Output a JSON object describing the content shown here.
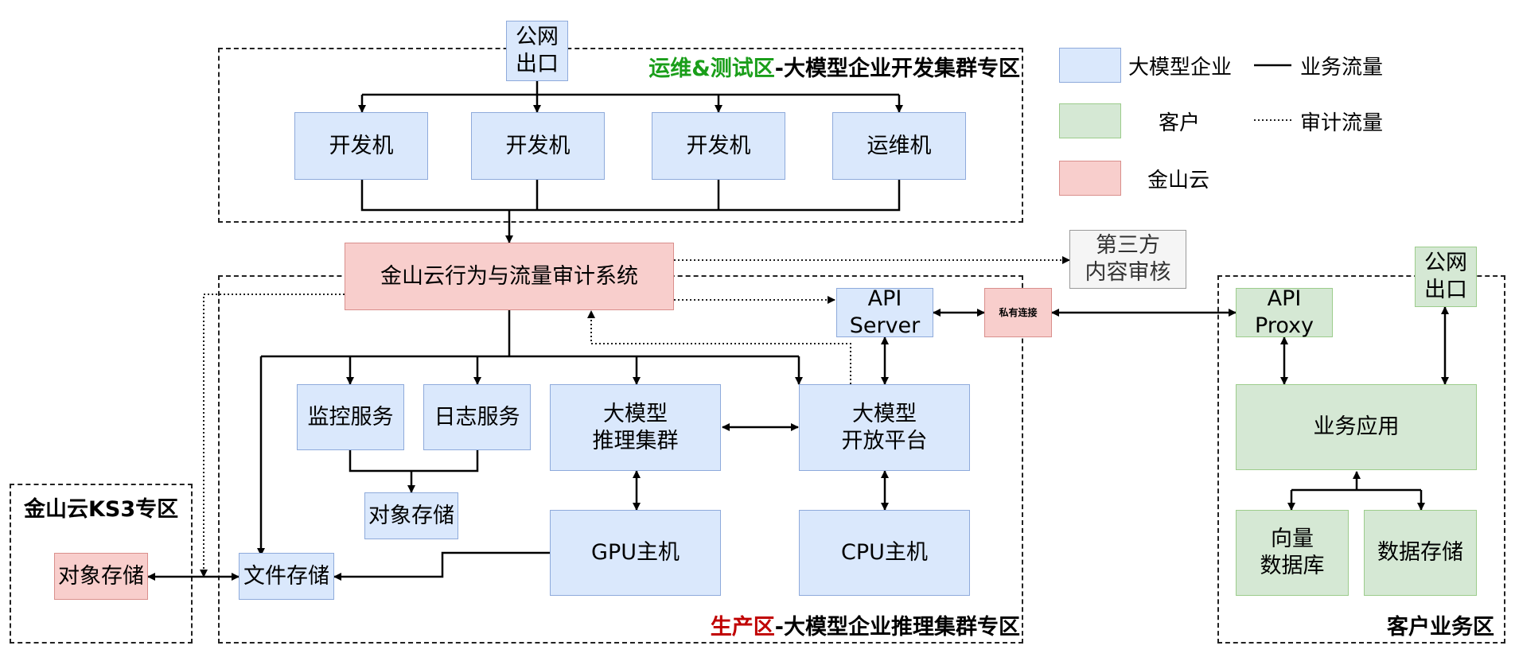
{
  "zones": {
    "dev": {
      "title_accent": "运维&测试区",
      "title_rest": "-大模型企业开发集群专区",
      "accent_color": "#1a9e1a"
    },
    "prod": {
      "title_accent": "生产区",
      "title_rest": "-大模型企业推理集群专区",
      "accent_color": "#c00000"
    },
    "ks3": {
      "title": "金山云KS3专区"
    },
    "customer": {
      "title": "客户业务区"
    }
  },
  "nodes": {
    "public_exit_top": "公网\n出口",
    "dev_machine_1": "开发机",
    "dev_machine_2": "开发机",
    "dev_machine_3": "开发机",
    "ops_machine": "运维机",
    "audit_system": "金山云行为与流量审计系统",
    "third_party_review": "第三方\n内容审核",
    "api_server": "API\nServer",
    "private_link": "私有连接",
    "monitor_service": "监控服务",
    "log_service": "日志服务",
    "inference_cluster": "大模型\n推理集群",
    "open_platform": "大模型\n开放平台",
    "object_storage_prod": "对象存储",
    "gpu_host": "GPU主机",
    "cpu_host": "CPU主机",
    "file_storage": "文件存储",
    "ks3_object_storage": "对象存储",
    "api_proxy": "API\nProxy",
    "public_exit_customer": "公网\n出口",
    "business_app": "业务应用",
    "vector_db": "向量\n数据库",
    "data_storage": "数据存储"
  },
  "legend": {
    "enterprise": {
      "label": "大模型企业",
      "color": "#dae8fc"
    },
    "customer": {
      "label": "客户",
      "color": "#d5e8d4"
    },
    "kingsoft": {
      "label": "金山云",
      "color": "#f8cecc"
    },
    "business_flow": "业务流量",
    "audit_flow": "审计流量"
  }
}
